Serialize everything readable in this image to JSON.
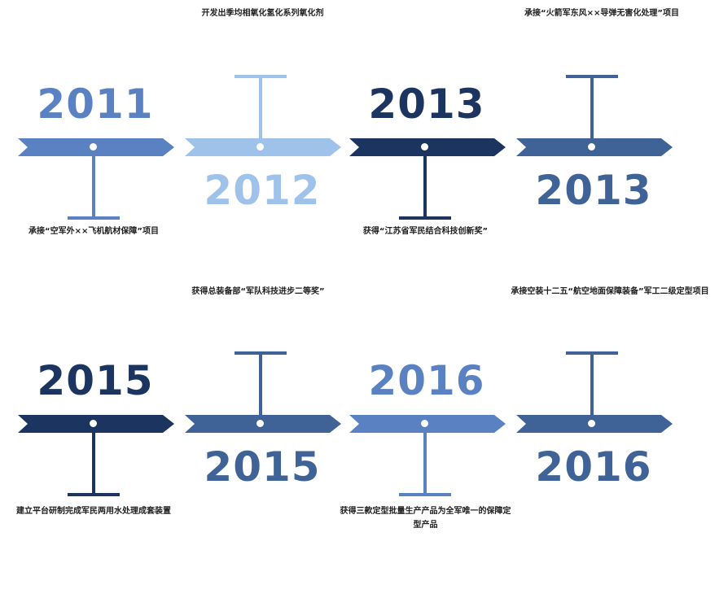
{
  "colors": {
    "c2011": "#5a82c2",
    "c2012": "#9fc2ea",
    "c2013a": "#1c3560",
    "c2013b": "#3f6396",
    "c2015a": "#1c3560",
    "c2015b": "#3f6396",
    "c2016a": "#5a82c2",
    "c2016b": "#3f6396"
  },
  "timeline": [
    {
      "year": "2011",
      "caption": "承接“空军外××飞机航材保障”项目"
    },
    {
      "year": "2012",
      "caption": "开发出季均相氧化氢化系列氧化剂"
    },
    {
      "year": "2013",
      "caption": "获得“江苏省军民结合科技创新奖”"
    },
    {
      "year": "2013",
      "caption": "承接“火箭军东风××导弹无害化处理”项目"
    },
    {
      "year": "2015",
      "caption": "建立平台研制完成军民两用水处理成套装置"
    },
    {
      "year": "2015",
      "caption": "获得总装备部“军队科技进步二等奖”"
    },
    {
      "year": "2016",
      "caption": "获得三款定型批量生产产品为全军唯一的保障定型产品"
    },
    {
      "year": "2016",
      "caption": "承接空装十二五“航空地面保障装备”军工二级定型项目"
    }
  ]
}
